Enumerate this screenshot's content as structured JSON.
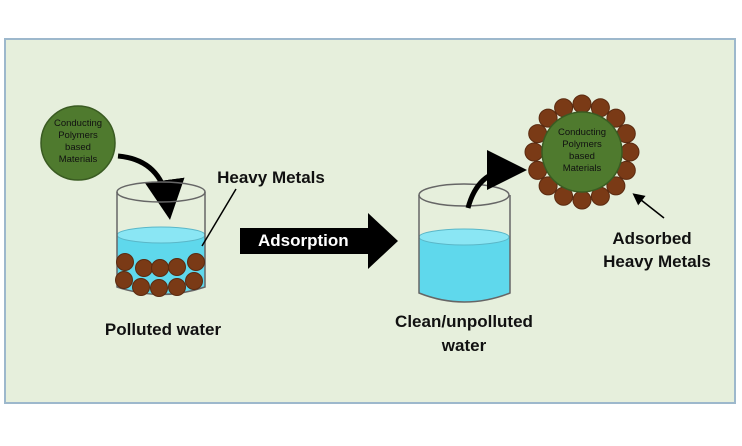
{
  "material_label_left": "Conducting Polymers based Materials",
  "material_label_right": "Conducting Polymers based Materials",
  "heavy_metals_label": "Heavy Metals",
  "process_label": "Adsorption",
  "polluted_label": "Polluted water",
  "clean_label_line1": "Clean/unpolluted",
  "clean_label_line2": "water",
  "adsorbed_label_line1": "Adsorbed",
  "adsorbed_label_line2": "Heavy Metals",
  "colors": {
    "panel_bg": "#e6efdc",
    "panel_border": "#9db8cc",
    "polymer_green": "#4f7a2e",
    "metal_brown": "#7a3a16",
    "water": "#5fd8ec",
    "arrow": "#000000"
  }
}
